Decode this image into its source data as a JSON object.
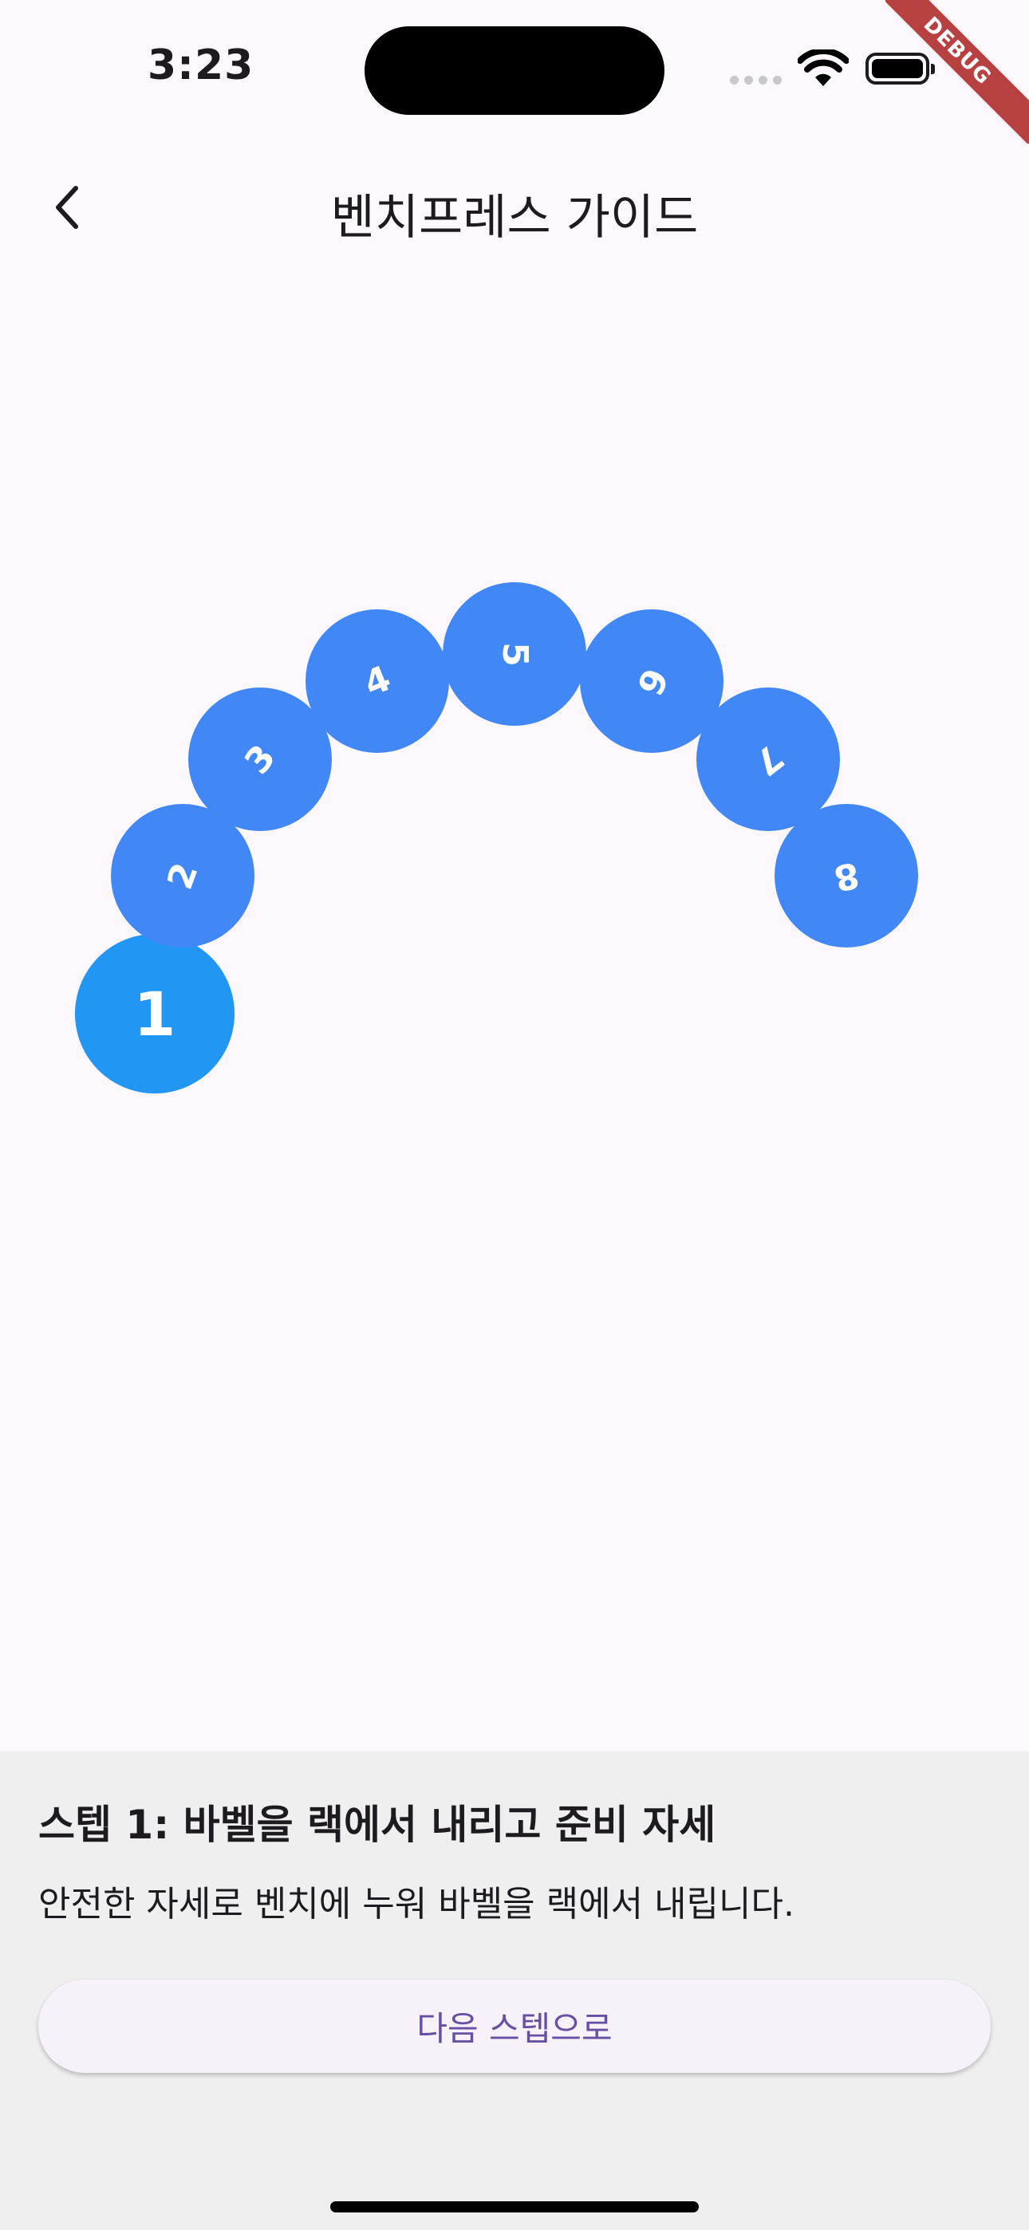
{
  "status_bar": {
    "time": "3:23",
    "debug_label": "DEBUG"
  },
  "app_bar": {
    "title": "벤치프레스 가이드"
  },
  "steps": [
    "1",
    "2",
    "3",
    "4",
    "5",
    "6",
    "7",
    "8"
  ],
  "current_step": 1,
  "colors": {
    "step": "#4188f6",
    "active_step": "#2196f3",
    "background": "#fdf7fe",
    "panel": "#efefef",
    "button_text": "#6750a4"
  },
  "panel": {
    "title": "스텝 1: 바벨을 랙에서 내리고 준비 자세",
    "description": "안전한 자세로 벤치에 누워 바벨을 랙에서 내립니다.",
    "next_button": "다음 스텝으로"
  }
}
